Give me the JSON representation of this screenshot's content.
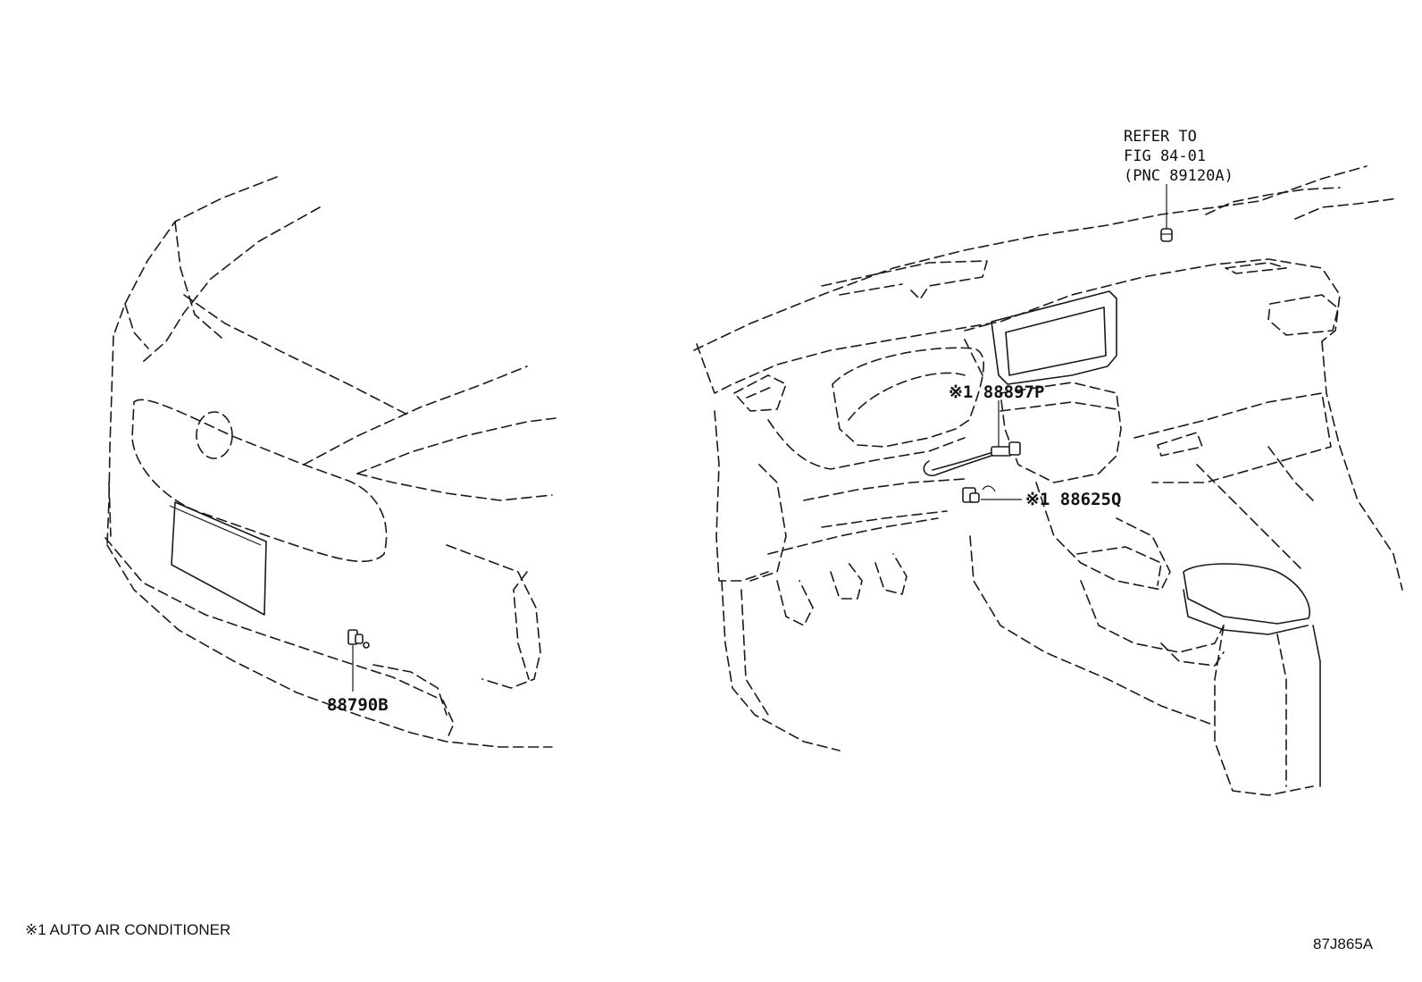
{
  "callouts": {
    "part_88790B": "88790B",
    "part_88897P": "※1 88897P",
    "part_88625Q": "※1 88625Q"
  },
  "reference_note": {
    "line1": "REFER TO",
    "line2": "FIG 84-01",
    "line3": "(PNC 89120A)"
  },
  "footnote": "※1 AUTO AIR CONDITIONER",
  "figure_code": "87J865A"
}
